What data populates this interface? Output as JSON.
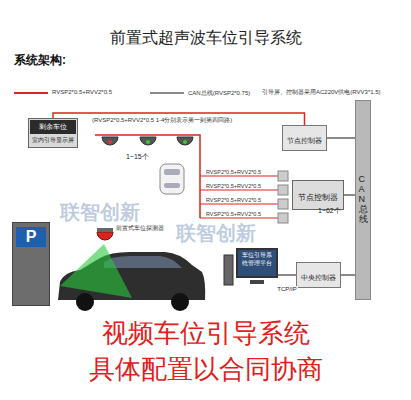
{
  "diagram": {
    "title": "前置式超声波车位引导系统",
    "nodes": [
      {
        "text": [
          "剩余车位",
          "室内引导显示屏"
        ]
      },
      {
        "text": [
          "节点控制器"
        ]
      },
      {
        "text": [
          "节点控制器"
        ]
      },
      {
        "text": [
          "CAN总线"
        ]
      },
      {
        "text": [
          "P"
        ]
      },
      {
        "text": [
          "车位引导系统管理平台"
        ]
      },
      {
        "text": [
          "中央控制器"
        ]
      }
    ],
    "edges": [
      {
        "from": 0,
        "to": 1,
        "arrow": "none"
      },
      {
        "from": 1,
        "to": 3,
        "arrow": "none"
      },
      {
        "from": 2,
        "to": 3,
        "arrow": "none"
      },
      {
        "from": 6,
        "to": 3,
        "arrow": "none"
      },
      {
        "from": 5,
        "to": 6,
        "label": "TCP/IP",
        "arrow": "none"
      }
    ],
    "labels": [
      "系统架构:",
      "引导屏、控制器采用AC220V供电(RVV3*1.5)",
      "(RVSP2*0.5+RVV2*0.5 1-4分别表示第一到第四回路)",
      "1~15个",
      "RVSP2*0.5+RVV2*0.5",
      "RVSP2*0.5+RVV2*0.5",
      "RVSP2*0.5+RVV2*0.5",
      "RVSP2*0.5+RVV2*0.5",
      "1~62个",
      "前置式车位探测器",
      "联智创新",
      "联智创新",
      "视频车位引导系统",
      "具体配置以合同协商"
    ],
    "legend": [
      {
        "text": "RVSP2*0.5+RVV2*0.5"
      },
      {
        "text": "CAN总线(RVSP2*0.75)"
      }
    ]
  }
}
